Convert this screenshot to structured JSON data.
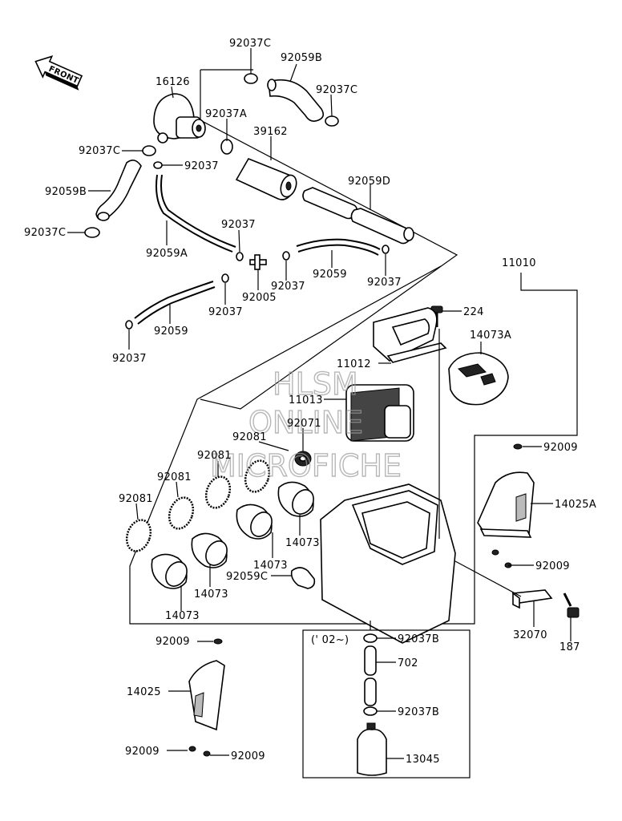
{
  "front_label": "FRONT",
  "note": "(' 02~)",
  "watermark": [
    "HLSM",
    "ONLINE",
    "MICROFICHE"
  ],
  "labels": [
    {
      "id": "l1",
      "text": "92037C"
    },
    {
      "id": "l2",
      "text": "92059B"
    },
    {
      "id": "l3",
      "text": "16126"
    },
    {
      "id": "l4",
      "text": "92037C"
    },
    {
      "id": "l5",
      "text": "92037A"
    },
    {
      "id": "l6",
      "text": "39162"
    },
    {
      "id": "l7",
      "text": "92037C"
    },
    {
      "id": "l8",
      "text": "92037"
    },
    {
      "id": "l9",
      "text": "92059B"
    },
    {
      "id": "l10",
      "text": "92059D"
    },
    {
      "id": "l11",
      "text": "92037C"
    },
    {
      "id": "l12",
      "text": "92037"
    },
    {
      "id": "l13",
      "text": "92059A"
    },
    {
      "id": "l14",
      "text": "92059"
    },
    {
      "id": "l15",
      "text": "92037"
    },
    {
      "id": "l16",
      "text": "92037"
    },
    {
      "id": "l17",
      "text": "92005"
    },
    {
      "id": "l18",
      "text": "92037"
    },
    {
      "id": "l19",
      "text": "92059"
    },
    {
      "id": "l20",
      "text": "92037"
    },
    {
      "id": "l21",
      "text": "11010"
    },
    {
      "id": "l22",
      "text": "224"
    },
    {
      "id": "l23",
      "text": "14073A"
    },
    {
      "id": "l24",
      "text": "11012"
    },
    {
      "id": "l25",
      "text": "11013"
    },
    {
      "id": "l26",
      "text": "92071"
    },
    {
      "id": "l27",
      "text": "92081"
    },
    {
      "id": "l28",
      "text": "92081"
    },
    {
      "id": "l29",
      "text": "92081"
    },
    {
      "id": "l30",
      "text": "92081"
    },
    {
      "id": "l31",
      "text": "92009"
    },
    {
      "id": "l32",
      "text": "14025A"
    },
    {
      "id": "l33",
      "text": "92009"
    },
    {
      "id": "l34",
      "text": "14073"
    },
    {
      "id": "l35",
      "text": "14073"
    },
    {
      "id": "l36",
      "text": "92059C"
    },
    {
      "id": "l37",
      "text": "14073"
    },
    {
      "id": "l38",
      "text": "14073"
    },
    {
      "id": "l39",
      "text": "32070"
    },
    {
      "id": "l40",
      "text": "187"
    },
    {
      "id": "l41",
      "text": "92009"
    },
    {
      "id": "l42",
      "text": "92037B"
    },
    {
      "id": "l43",
      "text": "702"
    },
    {
      "id": "l44",
      "text": "14025"
    },
    {
      "id": "l45",
      "text": "92037B"
    },
    {
      "id": "l46",
      "text": "92009"
    },
    {
      "id": "l47",
      "text": "92009"
    },
    {
      "id": "l48",
      "text": "13045"
    }
  ]
}
